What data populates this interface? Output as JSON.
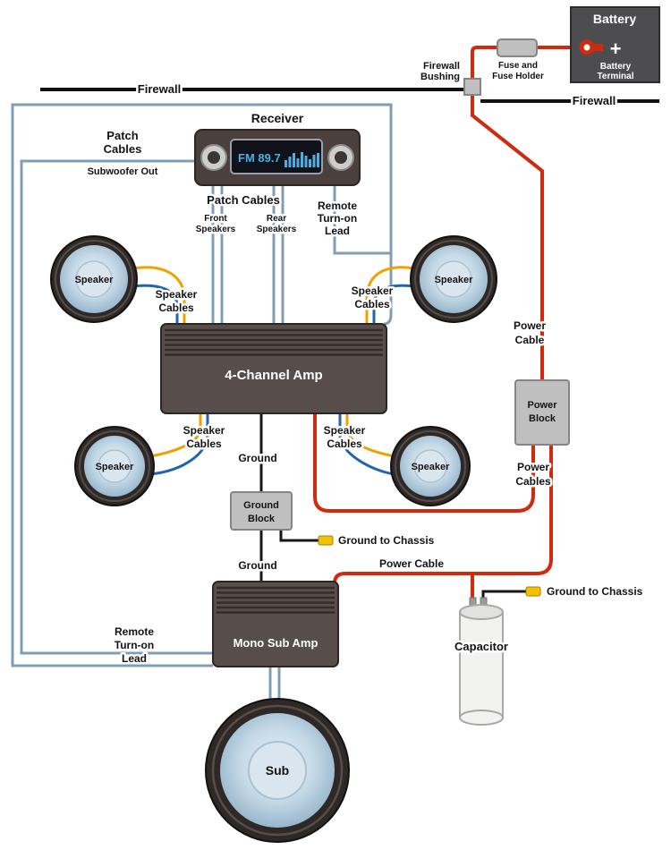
{
  "colors": {
    "power_cable": "#d02b0e",
    "signal_cable": "#7f9db4",
    "ground_cable": "#161616",
    "speaker_wire_a": "#f0a100",
    "speaker_wire_b": "#1f66ad",
    "chassis_connector": "#f2c200",
    "component_body": "#574d4b",
    "block_fill": "#bfbfbf",
    "display_text": "#49b0e4"
  },
  "battery": {
    "title": "Battery",
    "terminal": [
      "Battery",
      "Terminal"
    ],
    "plus": "+"
  },
  "fuse": {
    "label": [
      "Fuse and",
      "Fuse Holder"
    ]
  },
  "bushing": {
    "label": [
      "Firewall",
      "Bushing"
    ]
  },
  "firewall": {
    "label": "Firewall"
  },
  "receiver": {
    "title": "Receiver",
    "display": "FM 89.7"
  },
  "patch_left": {
    "line1": "Patch",
    "line2": "Cables",
    "line3": "Subwoofer Out"
  },
  "patch_center": {
    "title": "Patch Cables",
    "front": [
      "Front",
      "Speakers"
    ],
    "rear": [
      "Rear",
      "Speakers"
    ]
  },
  "remote_lead": {
    "label": [
      "Remote",
      "Turn-on",
      "Lead"
    ]
  },
  "speakers": {
    "label": "Speaker",
    "sub_label": "Sub",
    "cables": [
      "Speaker",
      "Cables"
    ]
  },
  "amps": {
    "four_channel": "4-Channel Amp",
    "mono_sub": "Mono Sub Amp"
  },
  "power": {
    "cable": [
      "Power",
      "Cable"
    ],
    "block": [
      "Power",
      "Block"
    ],
    "cables": [
      "Power",
      "Cables"
    ],
    "cable_single": "Power Cable"
  },
  "ground": {
    "label": "Ground",
    "block": [
      "Ground",
      "Block"
    ],
    "to_chassis": "Ground to Chassis"
  },
  "capacitor": {
    "label": "Capacitor"
  }
}
